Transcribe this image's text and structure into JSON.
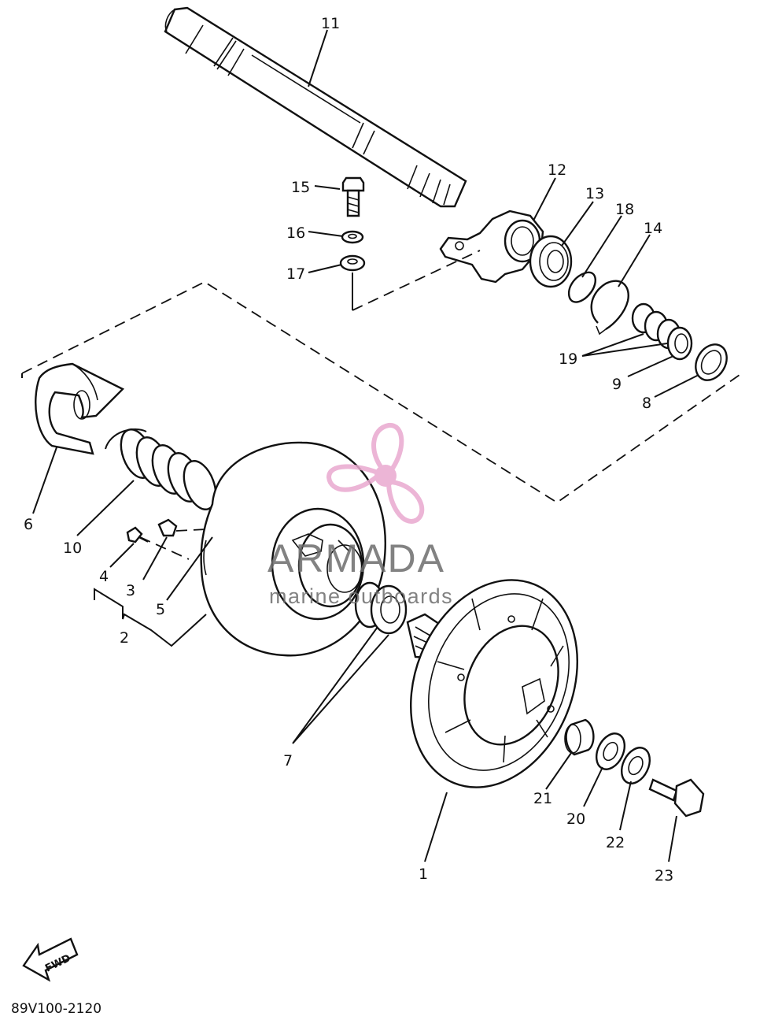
{
  "callouts": [
    "11",
    "15",
    "16",
    "17",
    "12",
    "13",
    "18",
    "14",
    "19",
    "9",
    "8",
    "6",
    "10",
    "4",
    "3",
    "5",
    "2",
    "7",
    "1",
    "21",
    "20",
    "22",
    "23"
  ],
  "fwd_label": "FWD",
  "drawing_code": "89V100-2120",
  "watermark": {
    "brand": "ARMADA",
    "tagline": "marine outboards",
    "logo_color": "#e9a9cf",
    "text_color": "#6d6d6d"
  }
}
